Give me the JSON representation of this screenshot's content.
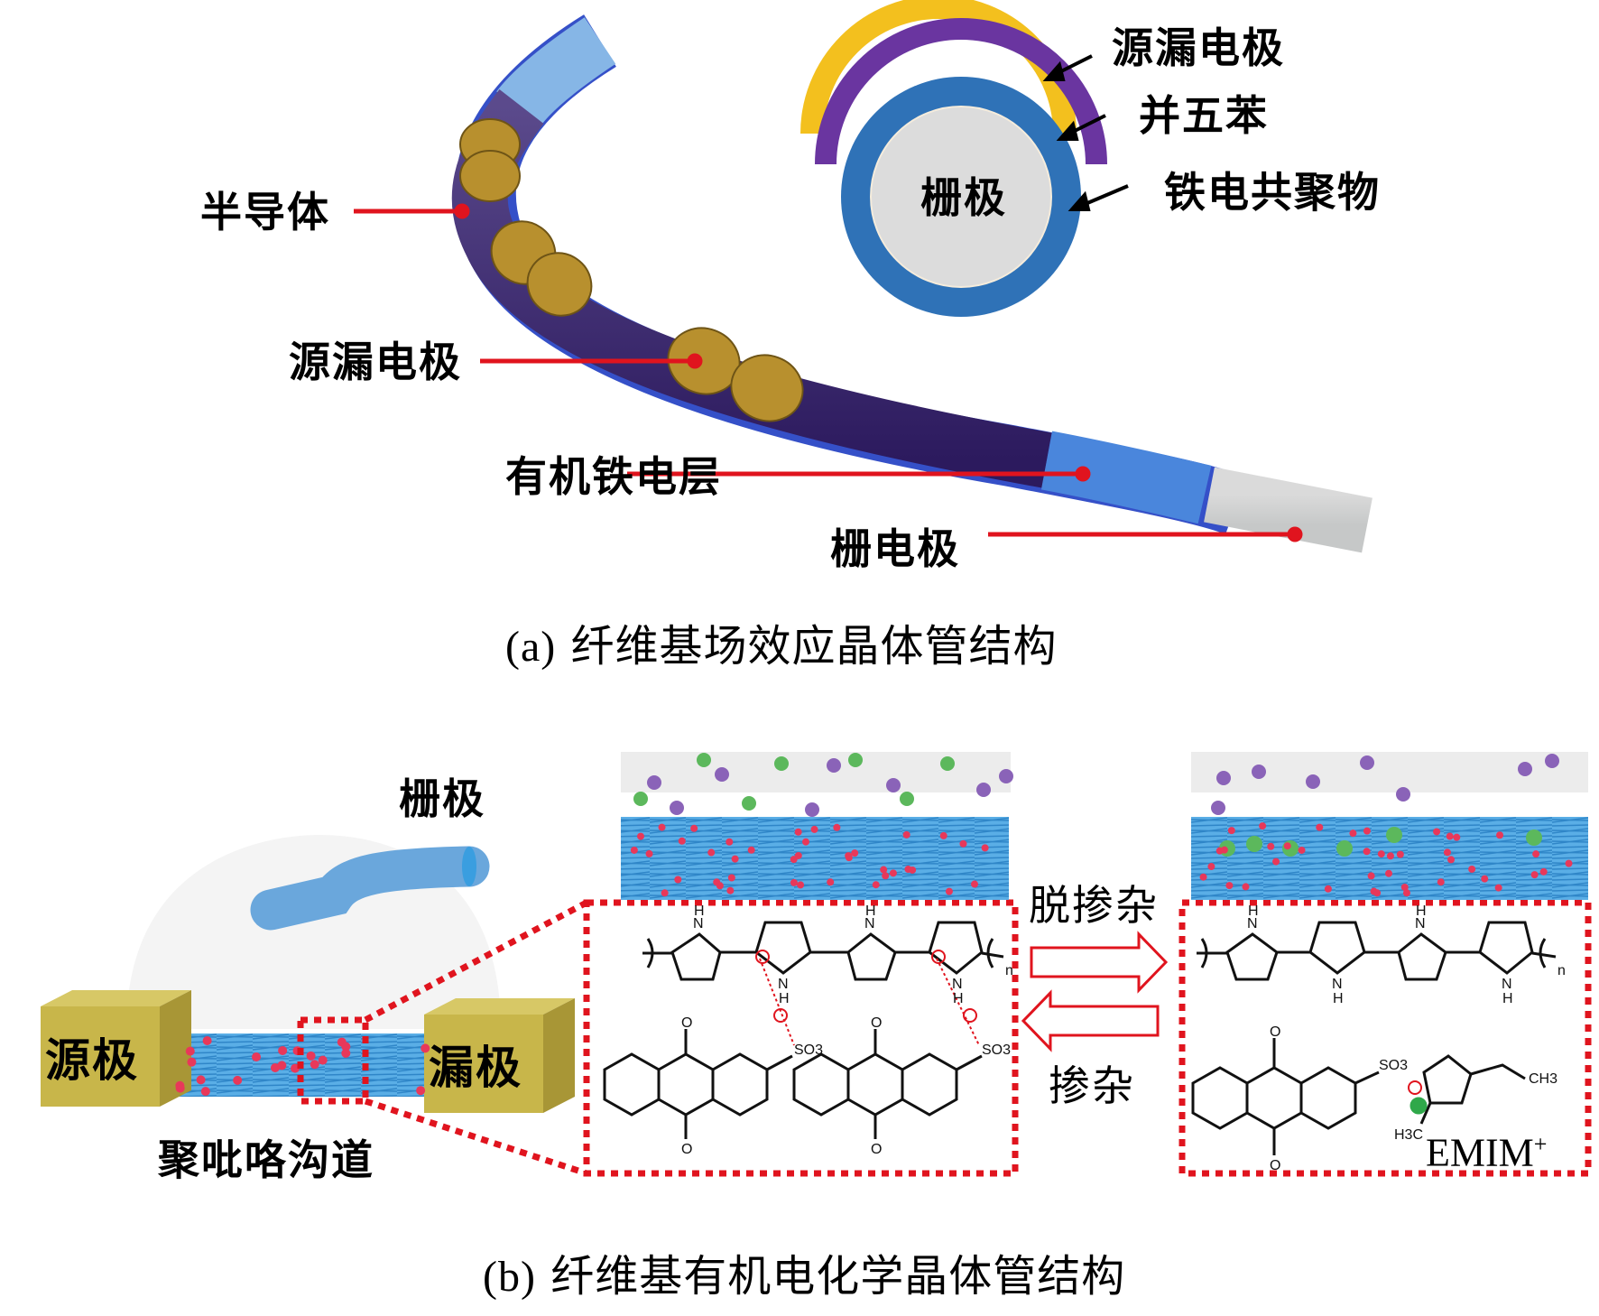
{
  "panel_a": {
    "caption_label": "(a)",
    "caption_text": "纤维基场效应晶体管结构",
    "labels": {
      "semiconductor": "半导体",
      "source_drain_electrode": "源漏电极",
      "organic_ferroelectric_layer": "有机铁电层",
      "gate_electrode": "栅电极"
    },
    "cross_section": {
      "core_label": "栅极",
      "layer_labels": [
        "源漏电极",
        "并五苯",
        "铁电共聚物"
      ]
    },
    "colors": {
      "gold_electrode": "#b8902e",
      "semiconductor_purple": "#3d2a6e",
      "ferroelectric_blue": "#3a62c8",
      "gate_gray": "#d0d0d0",
      "xs_yellow": "#f3c01e",
      "xs_purple": "#6a35a0",
      "xs_blue": "#2f72b7",
      "leader_red": "#e0141e"
    }
  },
  "panel_b": {
    "caption_label": "(b)",
    "caption_text": "纤维基有机电化学晶体管结构",
    "labels": {
      "gate": "栅极",
      "source": "源极",
      "drain": "漏极",
      "channel": "聚吡咯沟道",
      "dedoping": "脱掺杂",
      "doping": "掺杂",
      "emim": "EMIM",
      "emim_charge": "+"
    },
    "chem_text": {
      "so3": "SO3",
      "nh_n": "N",
      "nh_h": "H",
      "ch3": "CH3",
      "h3c": "H3C",
      "o": "O",
      "n_sub": "n"
    },
    "colors": {
      "fiber_blue": "#3f9bd8",
      "dopant_red": "#e8385a",
      "ion_green": "#5cb85c",
      "ion_purple": "#8a63b8",
      "electrode_olive": "#c8b64a",
      "zoom_box_red": "#e0141e"
    }
  }
}
